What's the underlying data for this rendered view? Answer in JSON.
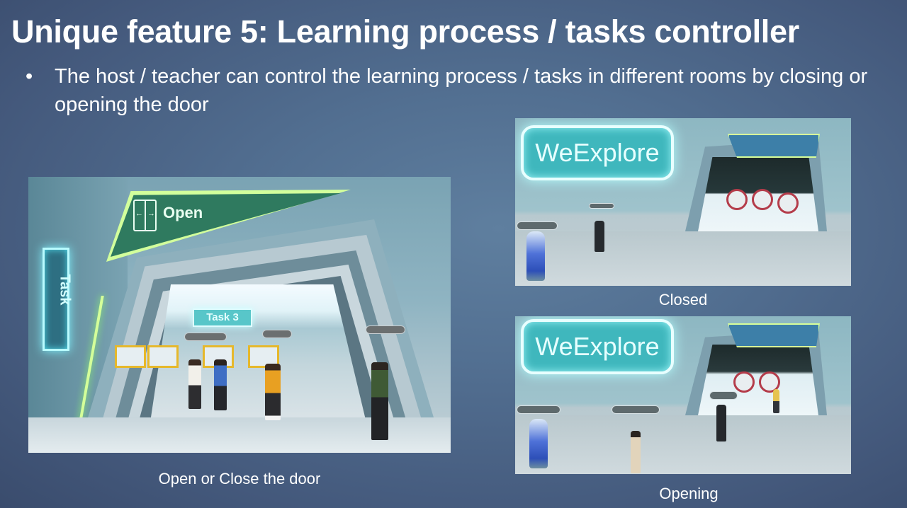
{
  "slide": {
    "title": "Unique feature 5: Learning process / tasks controller",
    "bullet": {
      "symbol": "•",
      "text": "The host / teacher can control the learning process / tasks in different rooms by closing or opening the door"
    }
  },
  "figures": {
    "main": {
      "caption": "Open or Close the door",
      "door_sign_label": "Open",
      "door_sign_icon": "sliding-door-icon",
      "task_sign": "Task 3",
      "side_panel_text": "Task"
    },
    "closed": {
      "caption": "Closed",
      "sign_text": "WeExplore"
    },
    "opening": {
      "caption": "Opening",
      "sign_text": "WeExplore"
    }
  },
  "colors": {
    "background": "#526f91",
    "text": "#ffffff",
    "neon_green": "#d2ff9c",
    "sign_green": "#2f7a5f",
    "neon_cyan": "#b5ffff"
  }
}
